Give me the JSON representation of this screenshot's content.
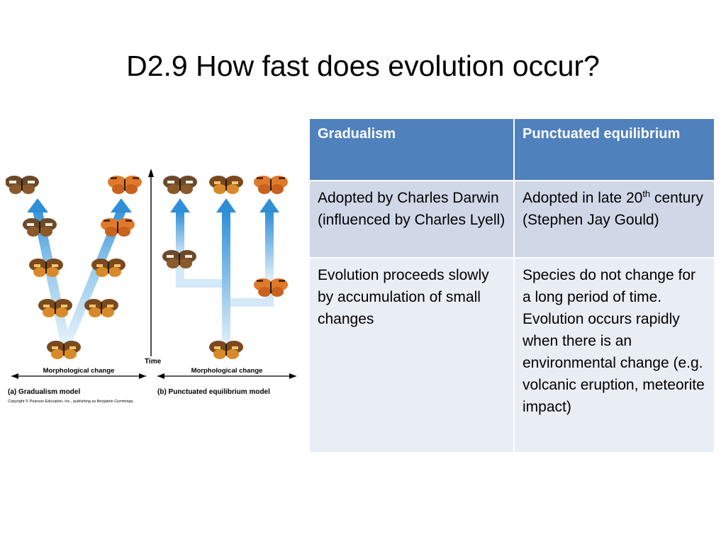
{
  "slide": {
    "title": "D2.9 How fast does evolution occur?"
  },
  "figure": {
    "axis_label_time": "Time",
    "gradualism_axis_label": "Morphological change",
    "punctuated_axis_label": "Morphological change",
    "caption_a": "(a) Gradualism model",
    "caption_b": "(b) Punctuated equilibrium model",
    "copyright": "Copyright © Pearson Education, Inc., publishing as Benjamin Cummings."
  },
  "table": {
    "headers": [
      "Gradualism",
      "Punctuated equilibrium"
    ],
    "rows": [
      {
        "gradualism": "Adopted by Charles Darwin  (influenced by Charles Lyell)",
        "punctuated_prefix": "Adopted in late 20",
        "punctuated_sup": "th",
        "punctuated_suffix": " century (Stephen Jay Gould)"
      },
      {
        "gradualism": "Evolution proceeds slowly by accumulation of small changes",
        "punctuated": "Species do not change for a long period of time. Evolution occurs rapidly when there is an environmental change (e.g. volcanic eruption, meteorite impact)"
      }
    ]
  },
  "colors": {
    "header_bg": "#4f81bd",
    "row1_bg": "#d0d8e8",
    "row2_bg": "#e9edf4",
    "arrow_blue": "#3a9ad9"
  }
}
